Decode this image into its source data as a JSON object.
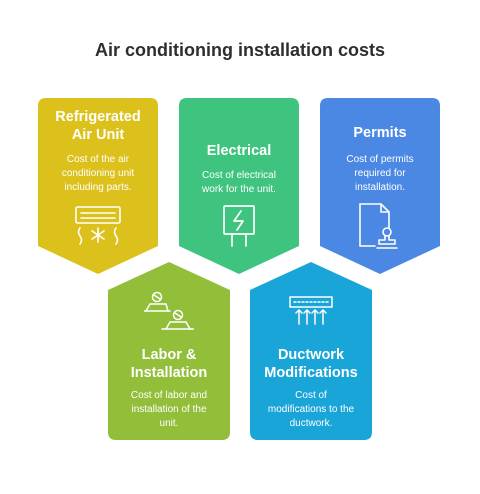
{
  "title": "Air conditioning installation costs",
  "colors": {
    "refrigerated": "#dcc11c",
    "electrical": "#3ec47e",
    "permits": "#4a88e4",
    "labor": "#92be3a",
    "ductwork": "#1aa5d9"
  },
  "cards": [
    {
      "heading_1": "Refrigerated",
      "heading_2": "Air Unit",
      "desc_1": "Cost of the air",
      "desc_2": "conditioning unit",
      "desc_3": "including parts.",
      "icon": "air-conditioner-icon"
    },
    {
      "heading_1": "Electrical",
      "desc_1": "Cost of electrical",
      "desc_2": "work for the unit.",
      "icon": "electrical-plug-icon"
    },
    {
      "heading_1": "Permits",
      "desc_1": "Cost of permits",
      "desc_2": "required for",
      "desc_3": "installation.",
      "icon": "permit-stamp-icon"
    },
    {
      "heading_1": "Labor &",
      "heading_2": "Installation",
      "desc_1": "Cost of labor and",
      "desc_2": "installation of the",
      "desc_3": "unit.",
      "icon": "workers-icon"
    },
    {
      "heading_1": "Ductwork",
      "heading_2": "Modifications",
      "desc_1": "Cost of",
      "desc_2": "modifications to the",
      "desc_3": "ductwork.",
      "icon": "duct-airflow-icon"
    }
  ]
}
